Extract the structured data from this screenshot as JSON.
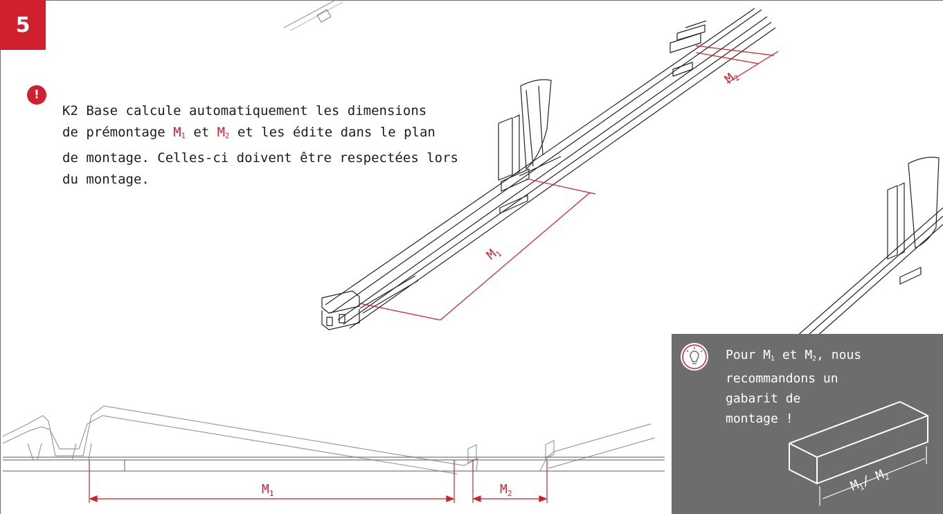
{
  "step": {
    "number": "5"
  },
  "alert": {
    "symbol": "!"
  },
  "note": {
    "line1": "K2 Base calcule automatiquement les dimensions",
    "line2_before": "de prémontage ",
    "m1_letter": "M",
    "m1_sub": "1",
    "line2_mid": " et ",
    "m2_letter": "M",
    "m2_sub": "2",
    "line2_after": " et les édite dans le plan",
    "line3": "de montage. Celles-ci doivent être respectées lors",
    "line4": "du montage."
  },
  "drawing": {
    "label_m": "M",
    "sub_1": "1",
    "sub_2": "2",
    "slash": "/"
  },
  "tip": {
    "line1_before": "Pour M",
    "line1_sub1": "1",
    "line1_mid": " et M",
    "line1_sub2": "2",
    "line1_after": ", nous",
    "line2": "recommandons un",
    "line3": "gabarit de",
    "line4": "montage !"
  },
  "colors": {
    "accent": "#d0202e",
    "tip_background": "#6d6d6d"
  },
  "icons": {
    "tip_icon": "lightbulb-icon",
    "alert_icon": "exclamation-icon"
  }
}
